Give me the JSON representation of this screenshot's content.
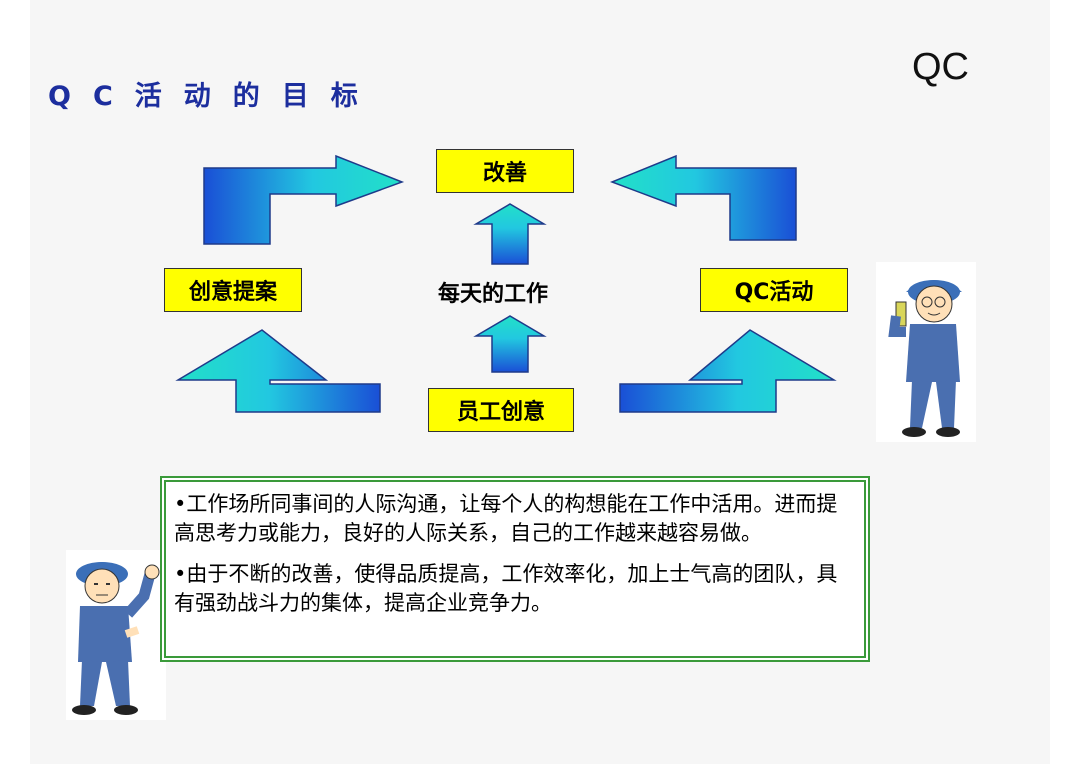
{
  "corner_label": "QC",
  "title": "QC活动的目标",
  "diagram": {
    "top_box": "改善",
    "left_box": "创意提案",
    "center_label": "每天的工作",
    "right_box": "QC活动",
    "bottom_box": "员工创意"
  },
  "paragraphs": [
    "•工作场所同事间的人际沟通，让每个人的构想能在工作中活用。进而提高思考力或能力，良好的人际关系，自己的工作越来越容易做。",
    "•由于不断的改善，使得品质提高，工作效率化，加上士气高的团队，具有强劲战斗力的集体，提高企业竞争力。"
  ],
  "colors": {
    "title": "#1c2e9e",
    "box_fill": "#ffff00",
    "arrow_start": "#1a4fd6",
    "arrow_end": "#22e0c8",
    "frame": "#3a9a3a"
  },
  "icons": [
    "worker-holding-tool-icon",
    "worker-waving-icon"
  ]
}
